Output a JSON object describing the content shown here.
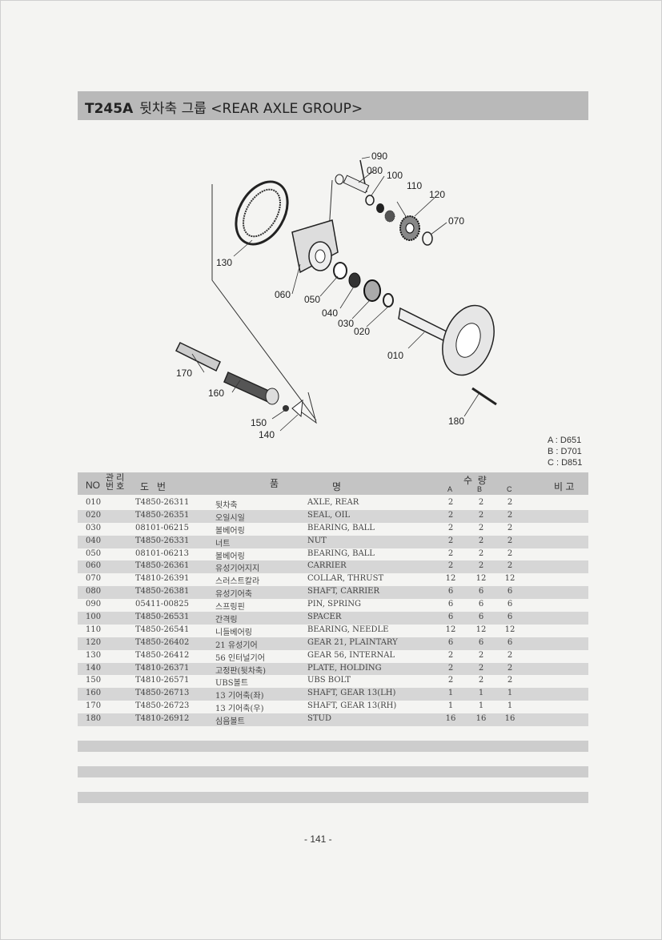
{
  "header": {
    "model": "T245A",
    "title": "뒷차축 그룹 <REAR AXLE GROUP>"
  },
  "diagram": {
    "callouts": [
      "090",
      "080",
      "100",
      "110",
      "120",
      "070",
      "130",
      "060",
      "050",
      "040",
      "030",
      "020",
      "010",
      "170",
      "160",
      "150",
      "140",
      "180"
    ]
  },
  "variants": [
    "A : D651",
    "B : D701",
    "C : D851"
  ],
  "table": {
    "headers": {
      "no": "NO",
      "mgmt": "관리번호",
      "mgmt_top": "관 리",
      "mgmt_bottom": "번 호",
      "drawing": "도   번",
      "name_left": "품",
      "name_right": "명",
      "qty": "수  량",
      "qa": "A",
      "qb": "B",
      "qc": "C",
      "remark": "비 고"
    },
    "rows": [
      {
        "no": "010",
        "pn": "T4850-26311",
        "kr": "뒷차축",
        "en": "AXLE, REAR",
        "a": "2",
        "b": "2",
        "c": "2"
      },
      {
        "no": "020",
        "pn": "T4850-26351",
        "kr": "오일시일",
        "en": "SEAL, OIL",
        "a": "2",
        "b": "2",
        "c": "2"
      },
      {
        "no": "030",
        "pn": "08101-06215",
        "kr": "볼베어링",
        "en": "BEARING, BALL",
        "a": "2",
        "b": "2",
        "c": "2"
      },
      {
        "no": "040",
        "pn": "T4850-26331",
        "kr": "너트",
        "en": "NUT",
        "a": "2",
        "b": "2",
        "c": "2"
      },
      {
        "no": "050",
        "pn": "08101-06213",
        "kr": "볼베어링",
        "en": "BEARING, BALL",
        "a": "2",
        "b": "2",
        "c": "2"
      },
      {
        "no": "060",
        "pn": "T4850-26361",
        "kr": "유성기어지지",
        "en": "CARRIER",
        "a": "2",
        "b": "2",
        "c": "2"
      },
      {
        "no": "070",
        "pn": "T4810-26391",
        "kr": "스러스트칼라",
        "en": "COLLAR, THRUST",
        "a": "12",
        "b": "12",
        "c": "12"
      },
      {
        "no": "080",
        "pn": "T4850-26381",
        "kr": "유성기어축",
        "en": "SHAFT, CARRIER",
        "a": "6",
        "b": "6",
        "c": "6"
      },
      {
        "no": "090",
        "pn": "05411-00825",
        "kr": "스프링핀",
        "en": "PIN, SPRING",
        "a": "6",
        "b": "6",
        "c": "6"
      },
      {
        "no": "100",
        "pn": "T4850-26531",
        "kr": "간격링",
        "en": "SPACER",
        "a": "6",
        "b": "6",
        "c": "6"
      },
      {
        "no": "110",
        "pn": "T4850-26541",
        "kr": "니들베어링",
        "en": "BEARING, NEEDLE",
        "a": "12",
        "b": "12",
        "c": "12"
      },
      {
        "no": "120",
        "pn": "T4850-26402",
        "kr": "21 유성기어",
        "en": "GEAR 21, PLAINTARY",
        "a": "6",
        "b": "6",
        "c": "6"
      },
      {
        "no": "130",
        "pn": "T4850-26412",
        "kr": "56 인터널기어",
        "en": "GEAR 56, INTERNAL",
        "a": "2",
        "b": "2",
        "c": "2"
      },
      {
        "no": "140",
        "pn": "T4810-26371",
        "kr": "고정판(뒷차축)",
        "en": "PLATE, HOLDING",
        "a": "2",
        "b": "2",
        "c": "2"
      },
      {
        "no": "150",
        "pn": "T4810-26571",
        "kr": "UBS볼트",
        "en": "UBS BOLT",
        "a": "2",
        "b": "2",
        "c": "2"
      },
      {
        "no": "160",
        "pn": "T4850-26713",
        "kr": "13 기어축(좌)",
        "en": "SHAFT, GEAR 13(LH)",
        "a": "1",
        "b": "1",
        "c": "1"
      },
      {
        "no": "170",
        "pn": "T4850-26723",
        "kr": "13 기어축(우)",
        "en": "SHAFT, GEAR 13(RH)",
        "a": "1",
        "b": "1",
        "c": "1"
      },
      {
        "no": "180",
        "pn": "T4810-26912",
        "kr": "심음볼트",
        "en": "STUD",
        "a": "16",
        "b": "16",
        "c": "16"
      }
    ]
  },
  "page_number": "- 141 -"
}
